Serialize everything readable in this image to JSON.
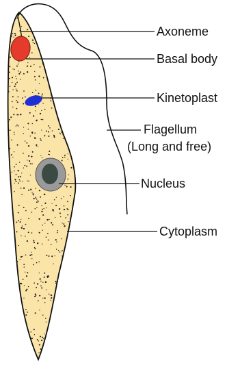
{
  "diagram": {
    "labels": {
      "axoneme": "Axoneme",
      "basal_body": "Basal body",
      "kinetoplast": "Kinetoplast",
      "flagellum_line1": "Flagellum",
      "flagellum_line2": "(Long and free)",
      "nucleus": "Nucleus",
      "cytoplasm": "Cytoplasm"
    },
    "colors": {
      "cell_body": "#fbe4a8",
      "cell_outline": "#111111",
      "basal_body": "#e53b2c",
      "kinetoplast": "#1e2fd6",
      "nucleus_outer": "#9a9a9a",
      "nucleus_inner": "#3c4a44",
      "granules": "#222222"
    }
  }
}
